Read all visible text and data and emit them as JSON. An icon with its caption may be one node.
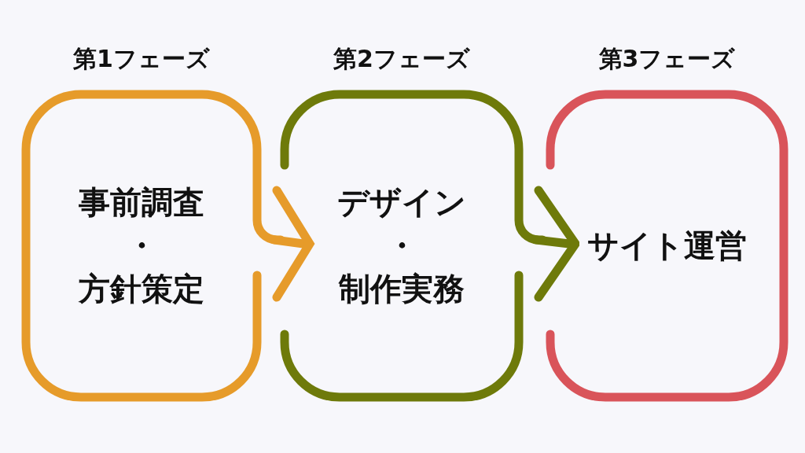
{
  "diagram": {
    "nodes": [
      {
        "text": [
          "第1フェーズ",
          "事前調査・方針策定"
        ]
      },
      {
        "text": [
          "第2フェーズ",
          "デザイン・制作実務"
        ]
      },
      {
        "text": [
          "第3フェーズ",
          "サイト運営"
        ]
      }
    ],
    "edges": [
      {
        "from": 0,
        "to": 1,
        "arrow": "to",
        "color": "#e69b2a"
      },
      {
        "from": 1,
        "to": 2,
        "arrow": "to",
        "color": "#6e7a0a"
      }
    ]
  }
}
